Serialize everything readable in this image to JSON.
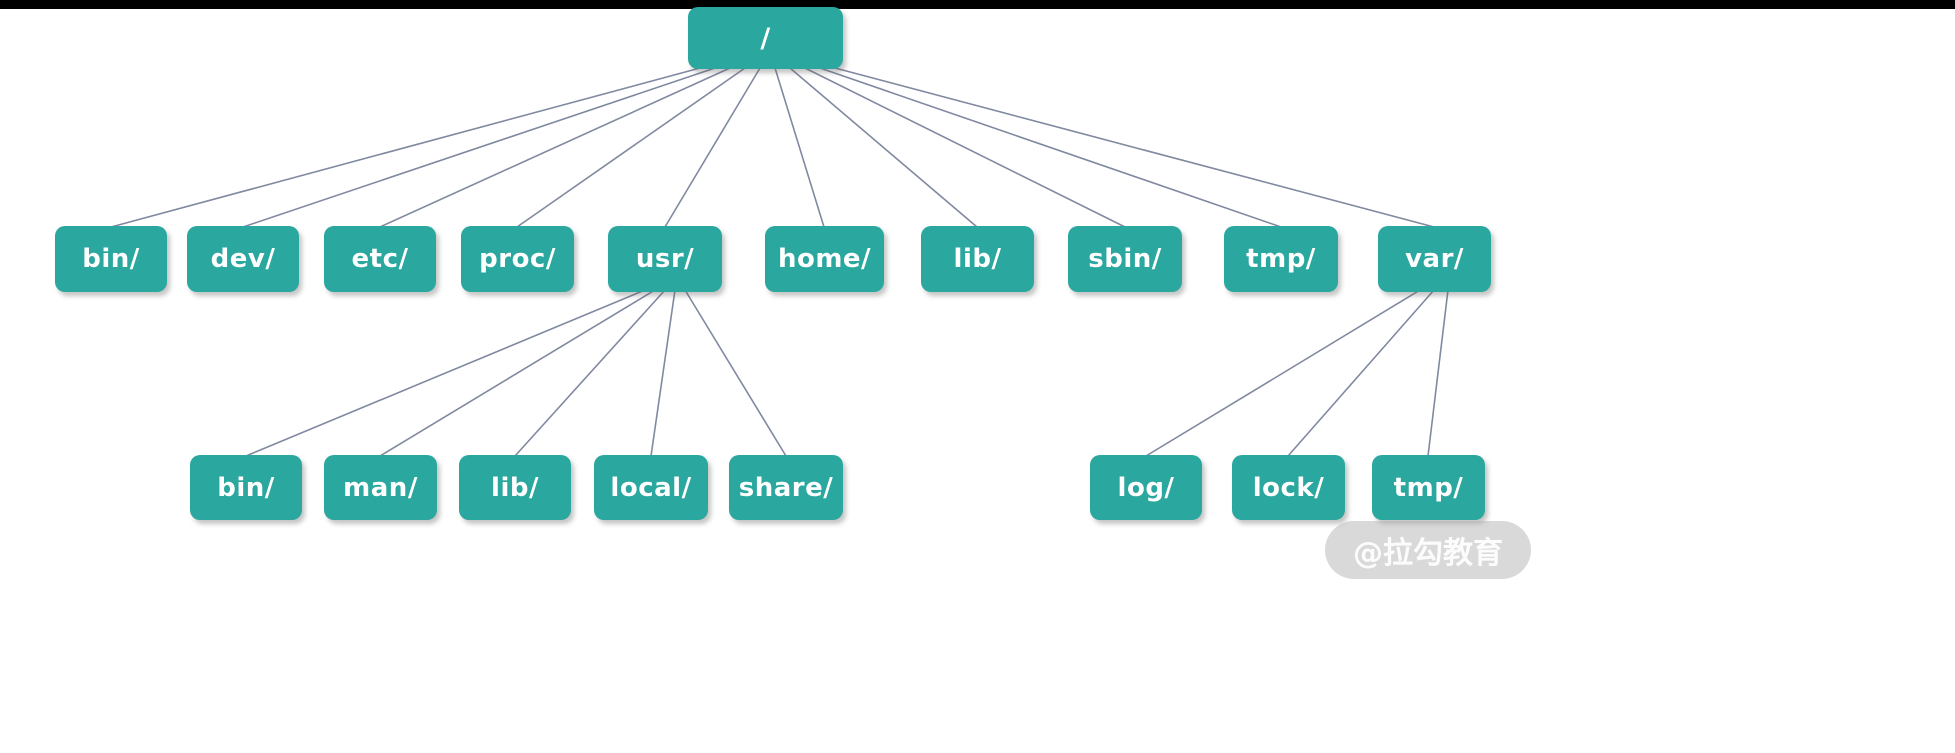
{
  "colors": {
    "page_bg": "#ffffff",
    "node_fill": "#2aa79e",
    "node_text": "#ffffff",
    "edge": "#8089a0",
    "top_bar": "#000000",
    "watermark_bg": "rgba(170,170,170,0.45)",
    "watermark_text": "rgba(255,255,255,0.92)"
  },
  "tree": {
    "root": {
      "label": "/"
    },
    "level1": [
      {
        "label": "bin/"
      },
      {
        "label": "dev/"
      },
      {
        "label": "etc/"
      },
      {
        "label": "proc/"
      },
      {
        "label": "usr/"
      },
      {
        "label": "home/"
      },
      {
        "label": "lib/"
      },
      {
        "label": "sbin/"
      },
      {
        "label": "tmp/"
      },
      {
        "label": "var/"
      }
    ],
    "usr_children": [
      {
        "label": "bin/"
      },
      {
        "label": "man/"
      },
      {
        "label": "lib/"
      },
      {
        "label": "local/"
      },
      {
        "label": "share/"
      }
    ],
    "var_children": [
      {
        "label": "log/"
      },
      {
        "label": "lock/"
      },
      {
        "label": "tmp/"
      }
    ]
  },
  "watermark": {
    "text": "@拉勾教育"
  }
}
